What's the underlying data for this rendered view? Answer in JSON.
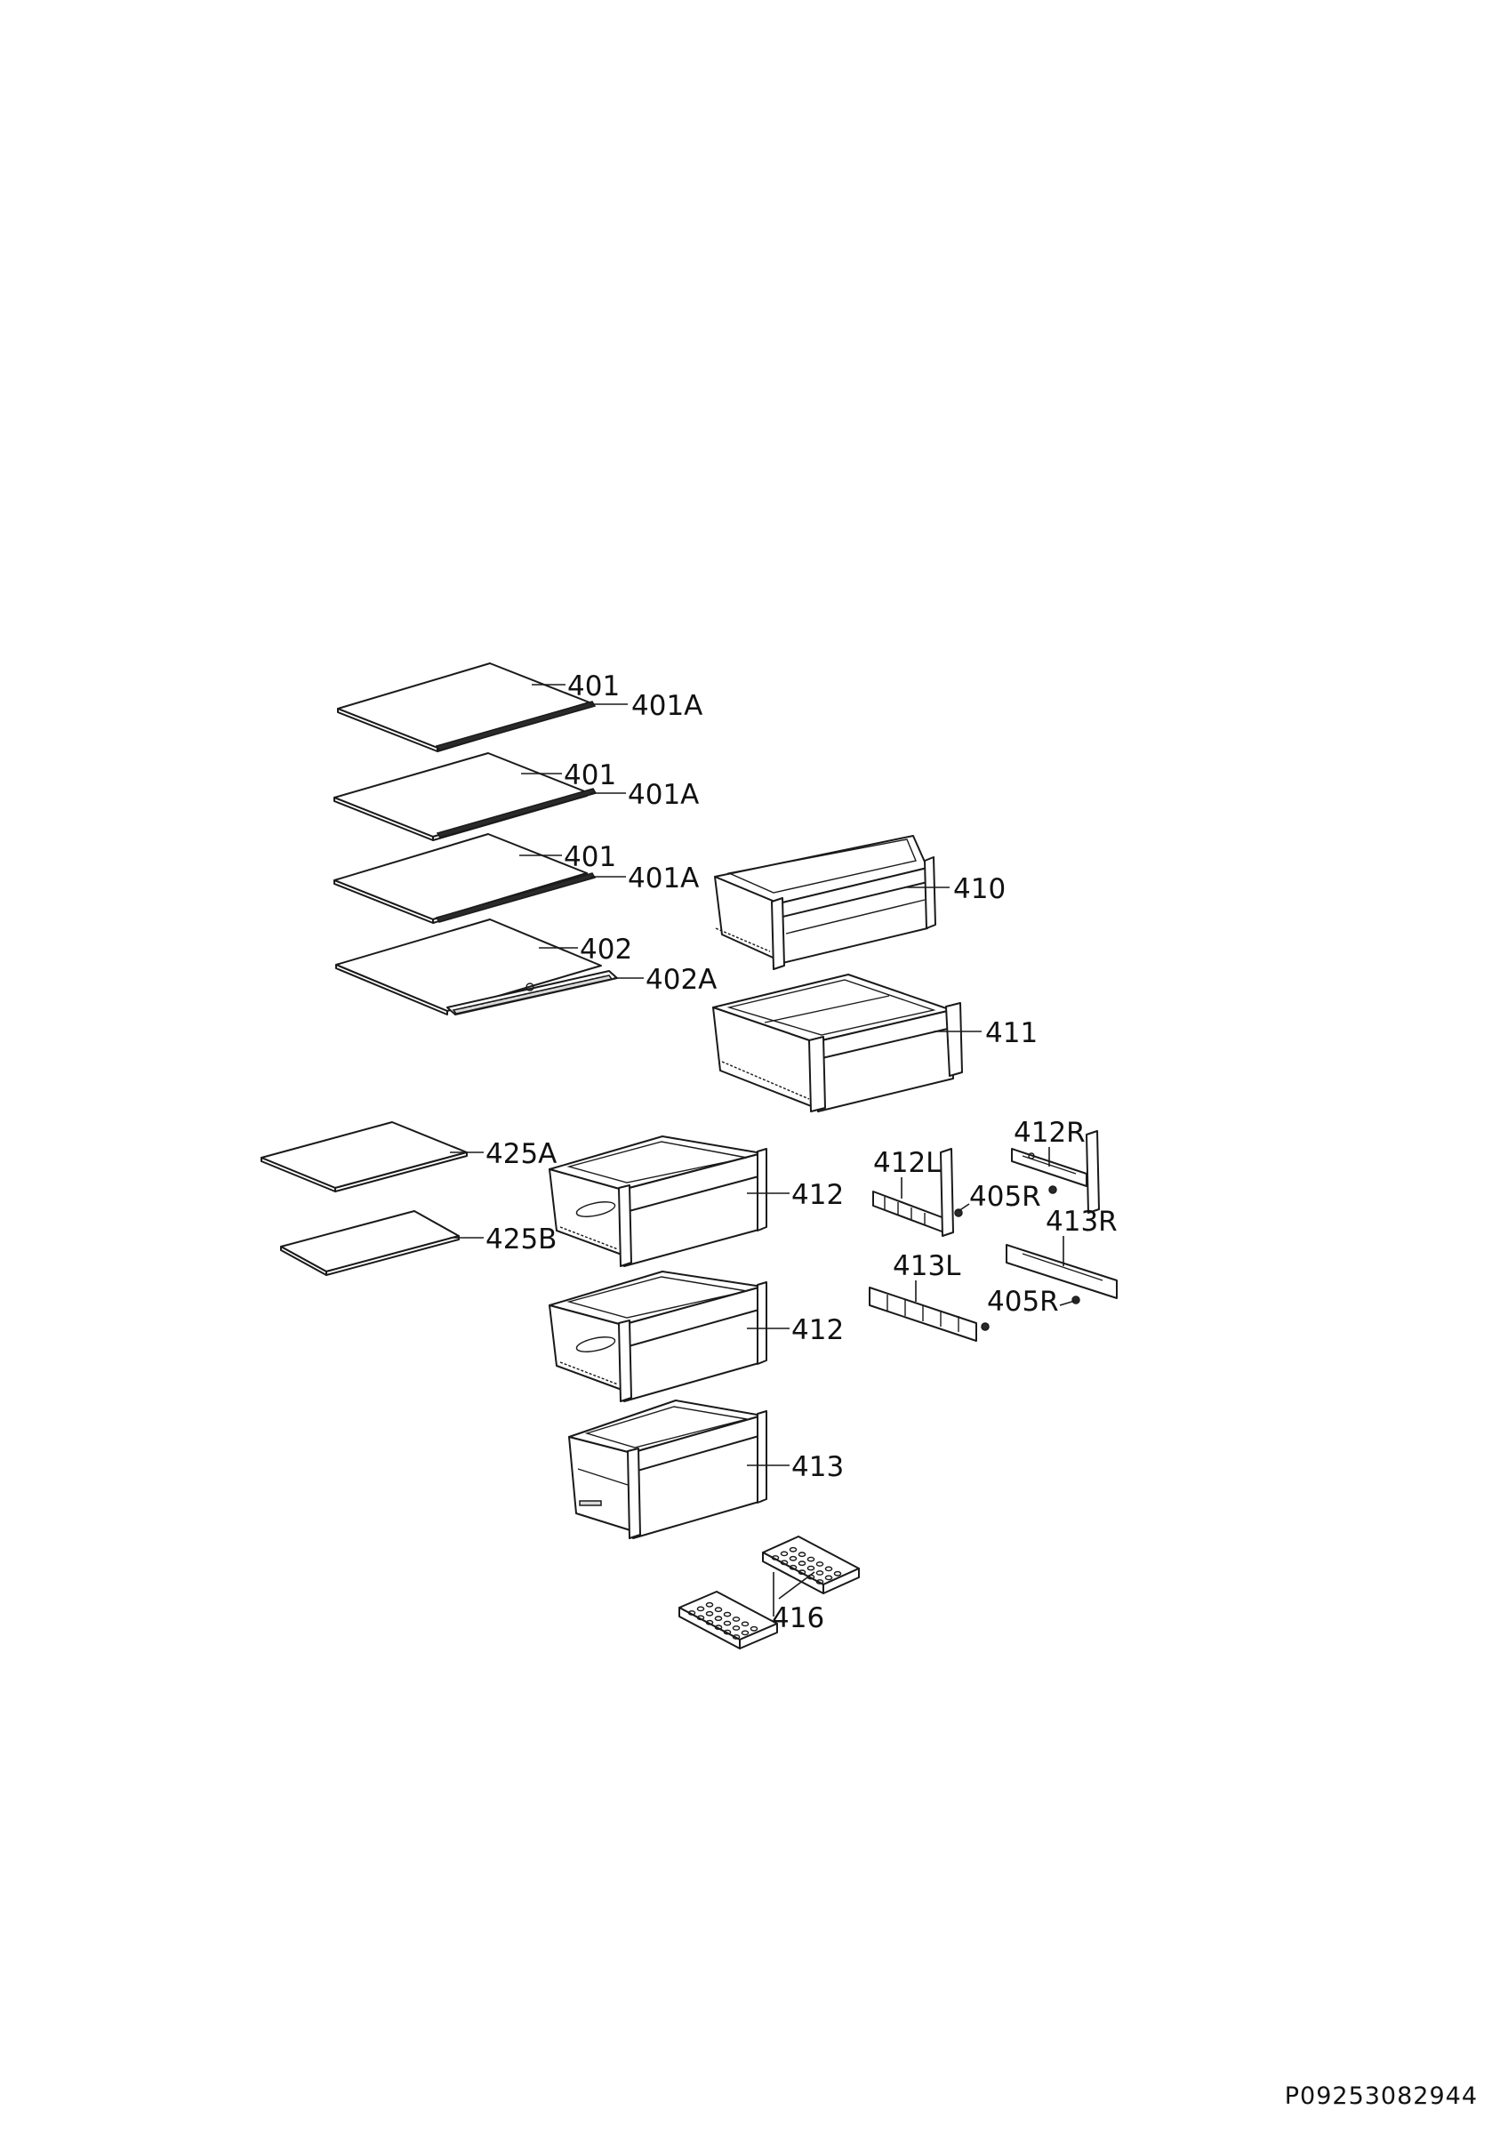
{
  "diagram": {
    "labels": [
      {
        "id": "shelf-1",
        "text": "401"
      },
      {
        "id": "trim-1",
        "text": "401A"
      },
      {
        "id": "shelf-2",
        "text": "401"
      },
      {
        "id": "trim-2",
        "text": "401A"
      },
      {
        "id": "shelf-3",
        "text": "401"
      },
      {
        "id": "trim-3",
        "text": "401A"
      },
      {
        "id": "shelf-4",
        "text": "402"
      },
      {
        "id": "trim-4",
        "text": "402A"
      },
      {
        "id": "drawer-410",
        "text": "410"
      },
      {
        "id": "drawer-411",
        "text": "411"
      },
      {
        "id": "shelf-425a",
        "text": "425A"
      },
      {
        "id": "shelf-425b",
        "text": "425B"
      },
      {
        "id": "drawer-412-top",
        "text": "412"
      },
      {
        "id": "drawer-412-bottom",
        "text": "412"
      },
      {
        "id": "drawer-413",
        "text": "413"
      },
      {
        "id": "ice-tray",
        "text": "416"
      },
      {
        "id": "rail-412l",
        "text": "412L"
      },
      {
        "id": "rail-412r",
        "text": "412R"
      },
      {
        "id": "screw-1",
        "text": "405R"
      },
      {
        "id": "rail-413l",
        "text": "413L"
      },
      {
        "id": "rail-413r",
        "text": "413R"
      },
      {
        "id": "screw-2",
        "text": "405R"
      }
    ]
  },
  "document_id": "P09253082944"
}
